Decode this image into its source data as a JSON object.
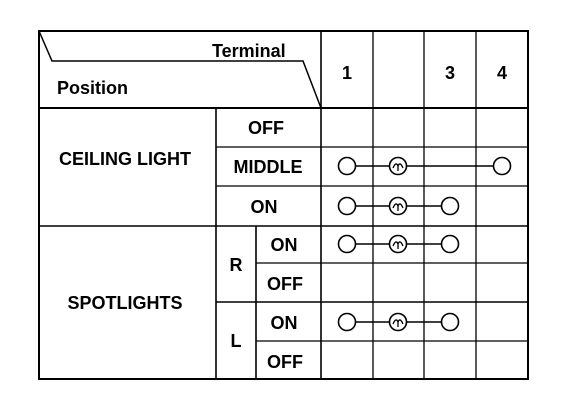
{
  "header": {
    "terminal_label": "Terminal",
    "position_label": "Position",
    "terminals": [
      "1",
      "",
      "3",
      "4"
    ]
  },
  "groups": [
    {
      "name": "CEILING LIGHT",
      "sub": ""
    },
    {
      "name": "SPOTLIGHTS",
      "sub": ""
    }
  ],
  "rows": [
    {
      "group": "CEILING LIGHT",
      "side": "",
      "position": "OFF",
      "connection": []
    },
    {
      "group": "CEILING LIGHT",
      "side": "",
      "position": "MIDDLE",
      "connection": [
        "1",
        "bulb",
        "4"
      ]
    },
    {
      "group": "CEILING LIGHT",
      "side": "",
      "position": "ON",
      "connection": [
        "1",
        "bulb",
        "3"
      ]
    },
    {
      "group": "SPOTLIGHTS",
      "side": "R",
      "position": "ON",
      "connection": [
        "1",
        "bulb",
        "3"
      ]
    },
    {
      "group": "SPOTLIGHTS",
      "side": "R",
      "position": "OFF",
      "connection": []
    },
    {
      "group": "SPOTLIGHTS",
      "side": "L",
      "position": "ON",
      "connection": [
        "1",
        "bulb",
        "3"
      ]
    },
    {
      "group": "SPOTLIGHTS",
      "side": "L",
      "position": "OFF",
      "connection": []
    }
  ],
  "sides": [
    "R",
    "L"
  ]
}
